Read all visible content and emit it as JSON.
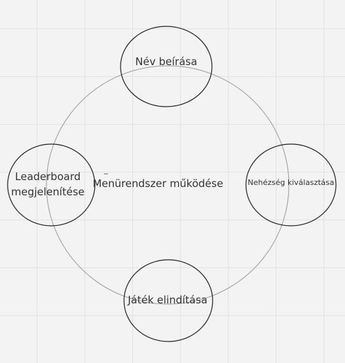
{
  "diagram": {
    "center_label": "Menürendszer működése",
    "nodes": {
      "top": "Név beírása",
      "left": "Leaderboard megjelenítése",
      "right": "Nehézség kiválasztása",
      "bottom": "Játék elindítása"
    },
    "colors": {
      "outline": "#222222",
      "ring": "#9a9a9a",
      "text": "#333333",
      "grid": "#e2e2e2",
      "background": "#f3f3f3"
    }
  }
}
